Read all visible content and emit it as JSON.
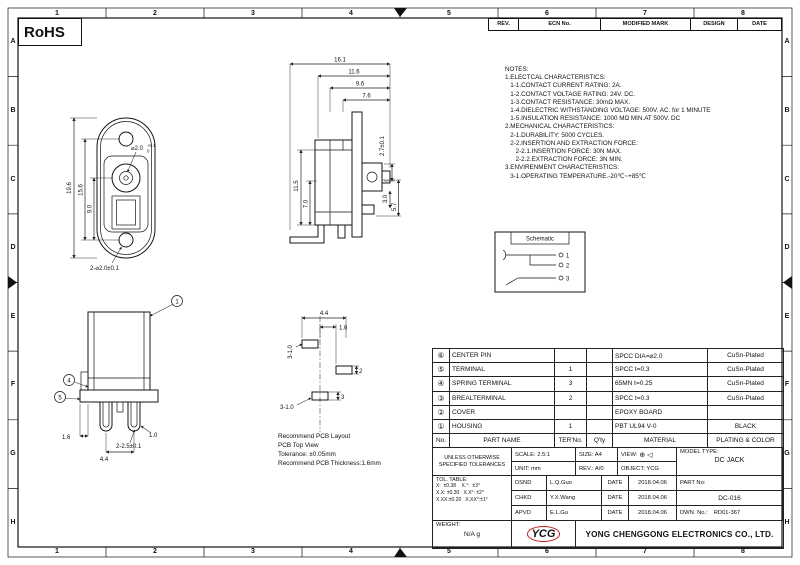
{
  "colors": {
    "line": "#141414",
    "logo_red": "#cc2222"
  },
  "frame": {
    "rohs": "RoHS",
    "cols": [
      "1",
      "2",
      "3",
      "4",
      "5",
      "6",
      "7",
      "8"
    ],
    "rows": [
      "A",
      "B",
      "C",
      "D",
      "E",
      "F",
      "G",
      "H"
    ]
  },
  "rev_table": {
    "headers": [
      "REV.",
      "ECN No.",
      "MODIFIED MARK",
      "DESIGN",
      "DATE"
    ]
  },
  "notes": {
    "text": "NOTES:\n1.ELECTCAL CHARACTERISTICS:\n   1-1.CONTACT CURRENT RATING: 2A.\n   1-2.CONTACT VOLTAGE RATING: 24V. DC.\n   1-3.CONTACT RESISTANCE: 30mΩ MAX.\n   1-4.DIELECTRIC WITHSTANDING VOLTAGE: 500V. AC. for 1 MINUTE\n   1-5.INSULATION RESISTANCE: 1000 MΩ MIN.AT 500V. DC\n2.MECHANICAL CHARACTERISTICS:\n   2-1.DURABILITY: 5000 CYCLES.\n   2-2.INSERTION AND EXTRACTION FORCE:\n      2-2.1.INSERTION FORCE: 30N MAX.\n      2-2.2.EXTRACTION FORCE: 3N MIN.\n3.ENVIRENMENT CHARACTERISTICS:\n   3-1.OPERATING TEMPERATURE.-20℃~+85℃"
  },
  "front_view": {
    "dims": {
      "overall_height": "19.6",
      "hole_pitch": "15.6",
      "center_to_hole": "9.0",
      "pin_dia": "⌀2.0",
      "pin_tol_upper": "+0.1",
      "pin_tol_lower": "0",
      "mount_holes": "2-⌀2.0±0.1"
    }
  },
  "side_view": {
    "dims": {
      "overall_width": "16.1",
      "w2": "11.6",
      "w3": "9.6",
      "w4": "7.6",
      "body_height": "11.5",
      "h2": "7.0",
      "pin_offset": "2.7±0.1",
      "r2": "3.0",
      "r3": "5.7"
    }
  },
  "assembly_view": {
    "callouts": {
      "housing": "1",
      "spring": "4",
      "terminal": "5"
    },
    "dims": {
      "d1": "1.6",
      "d2": "4.4",
      "prongs": "2-2.5±0.1",
      "d3": "1.0"
    }
  },
  "pcb_view": {
    "dims": {
      "d1": "4.4",
      "d2": "1.6",
      "holes_a": "3-1.0",
      "holes_b": "3-1.0",
      "d3": "2",
      "d4": "3"
    },
    "note": "Recommend PCB Layout\nPCB Top View\nTolerance: ±0.05mm\nRecommend PCB Thickness:1.6mm"
  },
  "schematic": {
    "title": "Schematic",
    "pins": [
      "1",
      "2",
      "3"
    ]
  },
  "parts": {
    "rows": [
      {
        "no": "⑥",
        "name": "CENTER PIN",
        "ter": "",
        "qty": "",
        "material": "SPCC DIA=⌀2.0",
        "plating": "CuSn-Plated"
      },
      {
        "no": "⑤",
        "name": "TERMINAL",
        "ter": "1",
        "qty": "",
        "material": "SPCC t=0.3",
        "plating": "CuSn-Plated"
      },
      {
        "no": "④",
        "name": "SPRING TERMINAL",
        "ter": "3",
        "qty": "",
        "material": "65MN t=0.25",
        "plating": "CuSn-Plated"
      },
      {
        "no": "③",
        "name": "BREALTERMINAL",
        "ter": "2",
        "qty": "",
        "material": "SPCC t=0.3",
        "plating": "CuSn-Plated"
      },
      {
        "no": "②",
        "name": "COVER",
        "ter": "",
        "qty": "",
        "material": "EPOXY BOARD",
        "plating": ""
      },
      {
        "no": "①",
        "name": "HOUSING",
        "ter": "1",
        "qty": "",
        "material": "PBT UL94 V-0",
        "plating": "BLACK"
      }
    ],
    "footer": {
      "no": "No.",
      "name": "PART NAME",
      "ter": "TER'No.",
      "qty": "Q'ty",
      "material": "MATERIAL",
      "plating": "PLATING & COLOR"
    }
  },
  "title_block": {
    "tol_note_1": "UNLESS OTHERWISE",
    "tol_note_2": "SPECIFIED TOLERANCES",
    "scale": "SCALE: 2.5:1",
    "size": "SIZE: A4",
    "view_label": "VIEW:",
    "view_symbols": "⊕ ◁",
    "model_type_label": "MODEL TYPE:",
    "unit": "UNIT: mm",
    "rev": "REV.: A/0",
    "object": "OBJECT: YCG",
    "model": "DC JACK",
    "tol_table_label": "TOL. TABLE:",
    "tol_lines": [
      "X:  ±0.38    X.°:  ±3°",
      "X.X: ±0.30   X.X°: ±2°",
      "X.XX:±0.20   X.XX°:±1°"
    ],
    "sign_rows": [
      {
        "role": "DSND",
        "name": "L.Q.Guo",
        "date_label": "DATE",
        "date": "2018.04.06"
      },
      {
        "role": "CHKD",
        "name": "Y.X.Wang",
        "date_label": "DATE",
        "date": "2018.04.06"
      },
      {
        "role": "APVD",
        "name": "E.L.Gu",
        "date_label": "DATE",
        "date": "2018.04.06"
      }
    ],
    "part_no_label": "PART No:",
    "part_no": "DC-016",
    "dwn_no_label": "DWN. No.:",
    "dwn_no": "RD01-367",
    "weight_label": "WEIGHT:",
    "weight_value": "N/A g",
    "logo": "YCG",
    "company": "YONG CHENGGONG ELECTRONICS CO., LTD."
  }
}
